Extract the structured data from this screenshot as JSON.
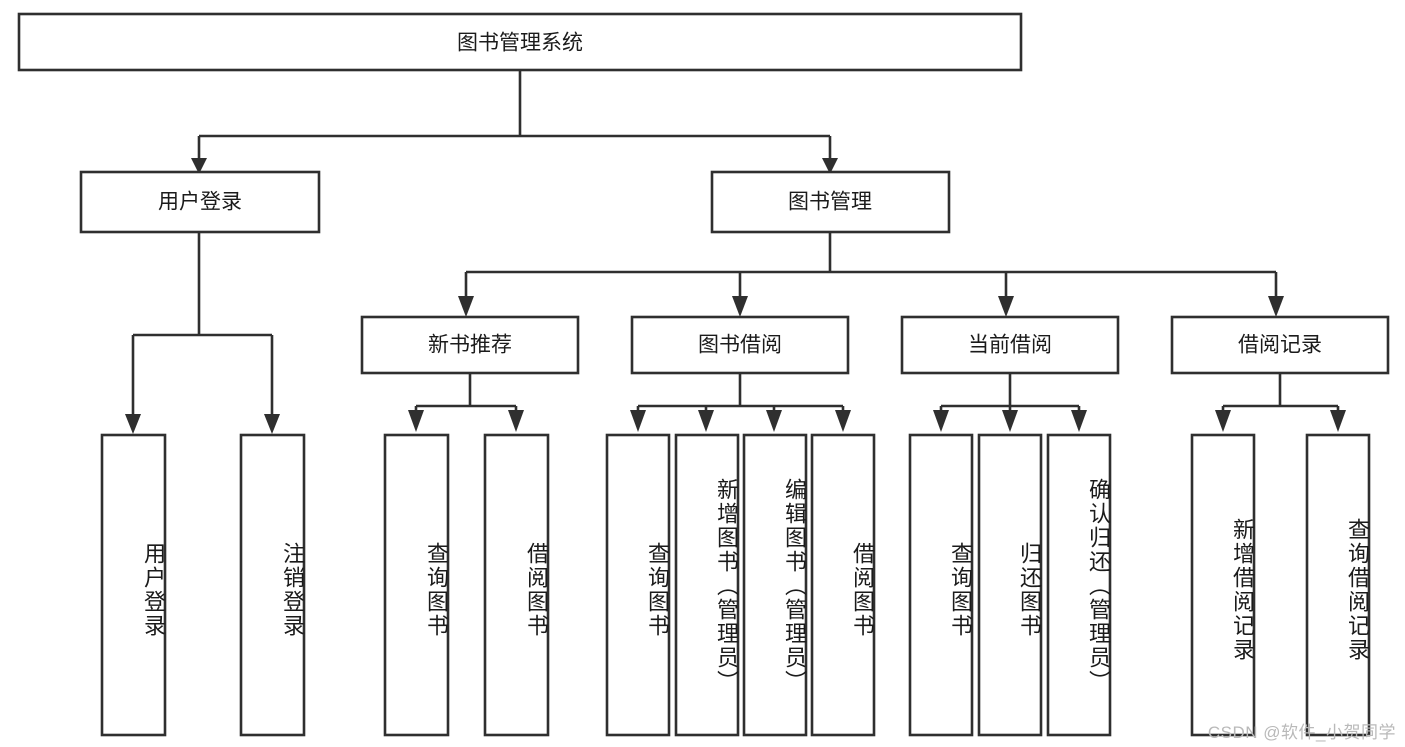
{
  "diagram": {
    "title": "图书管理系统",
    "watermark": "CSDN @软件_小贺同学"
  },
  "chart_data": {
    "type": "tree",
    "title": "图书管理系统",
    "orientation": "top-down",
    "levels": 4,
    "nodes": [
      {
        "id": "root",
        "label": "图书管理系统",
        "level": 0,
        "parent": null,
        "orientation": "horizontal"
      },
      {
        "id": "login",
        "label": "用户登录",
        "level": 1,
        "parent": "root",
        "orientation": "horizontal"
      },
      {
        "id": "bookmgmt",
        "label": "图书管理",
        "level": 1,
        "parent": "root",
        "orientation": "horizontal"
      },
      {
        "id": "newbook",
        "label": "新书推荐",
        "level": 2,
        "parent": "bookmgmt",
        "orientation": "horizontal"
      },
      {
        "id": "borrow",
        "label": "图书借阅",
        "level": 2,
        "parent": "bookmgmt",
        "orientation": "horizontal"
      },
      {
        "id": "current",
        "label": "当前借阅",
        "level": 2,
        "parent": "bookmgmt",
        "orientation": "horizontal"
      },
      {
        "id": "records",
        "label": "借阅记录",
        "level": 2,
        "parent": "bookmgmt",
        "orientation": "horizontal"
      },
      {
        "id": "login-1",
        "label": "用户登录",
        "level": 2,
        "parent": "login",
        "orientation": "vertical"
      },
      {
        "id": "login-2",
        "label": "注销登录",
        "level": 2,
        "parent": "login",
        "orientation": "vertical"
      },
      {
        "id": "newbook-1",
        "label": "查询图书",
        "level": 3,
        "parent": "newbook",
        "orientation": "vertical"
      },
      {
        "id": "newbook-2",
        "label": "借阅图书",
        "level": 3,
        "parent": "newbook",
        "orientation": "vertical"
      },
      {
        "id": "borrow-1",
        "label": "查询图书",
        "level": 3,
        "parent": "borrow",
        "orientation": "vertical"
      },
      {
        "id": "borrow-2",
        "label": "新增图书（管理员）",
        "level": 3,
        "parent": "borrow",
        "orientation": "vertical"
      },
      {
        "id": "borrow-3",
        "label": "编辑图书（管理员）",
        "level": 3,
        "parent": "borrow",
        "orientation": "vertical"
      },
      {
        "id": "borrow-4",
        "label": "借阅图书",
        "level": 3,
        "parent": "borrow",
        "orientation": "vertical"
      },
      {
        "id": "current-1",
        "label": "查询图书",
        "level": 3,
        "parent": "current",
        "orientation": "vertical"
      },
      {
        "id": "current-2",
        "label": "归还图书",
        "level": 3,
        "parent": "current",
        "orientation": "vertical"
      },
      {
        "id": "current-3",
        "label": "确认归还（管理员）",
        "level": 3,
        "parent": "current",
        "orientation": "vertical"
      },
      {
        "id": "records-1",
        "label": "新增借阅记录",
        "level": 3,
        "parent": "records",
        "orientation": "vertical"
      },
      {
        "id": "records-2",
        "label": "查询借阅记录",
        "level": 3,
        "parent": "records",
        "orientation": "vertical"
      }
    ],
    "colors": {
      "stroke": "#2f2f2f",
      "fill": "#ffffff",
      "text": "#1b1b1b",
      "watermark": "#b9b9b9"
    }
  }
}
